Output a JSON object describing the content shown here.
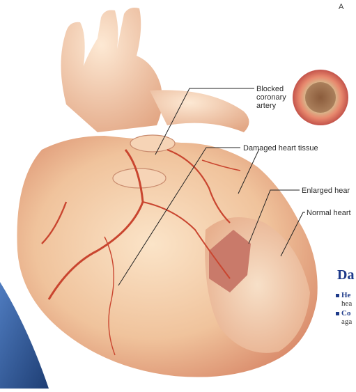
{
  "corner_text": "A",
  "labels": {
    "blocked": "Blocked coronary artery",
    "damaged": "Damaged heart tissue",
    "enlarged": "Enlarged hear",
    "normal": "Normal heart"
  },
  "sidebar": {
    "heading": "Da",
    "bullets": [
      {
        "bold": "He",
        "rest": "hea"
      },
      {
        "bold": "Co",
        "rest": "aga"
      }
    ]
  },
  "colors": {
    "heart_flesh": "#f2c9a4",
    "heart_shadow": "#d98a6a",
    "vessel": "#f1cda9",
    "artery": "#c9452f",
    "heading": "#1e3a8a"
  }
}
